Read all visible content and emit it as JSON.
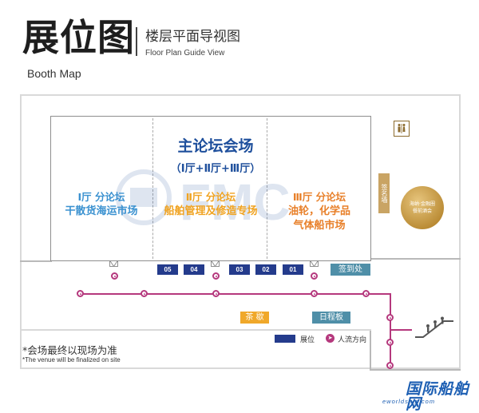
{
  "header": {
    "title_cn": "展位图",
    "subtitle_cn": "楼层平面导视图",
    "subtitle_en": "Floor Plan Guide View",
    "title_en": "Booth Map"
  },
  "main_hall": {
    "title": "主论坛会场",
    "subtitle": "（Ⅰ厅+Ⅱ厅+Ⅲ厅）"
  },
  "halls": [
    {
      "line1": "Ⅰ厅 分论坛",
      "line2": "干散货海运市场",
      "color": "#3a91d0"
    },
    {
      "line1": "Ⅱ厅 分论坛",
      "line2": "船舶管理及修造专场",
      "color": "#f0a321"
    },
    {
      "line1": "Ⅲ厅 分论坛",
      "line2": "油轮，化学品",
      "line3": "气体船市场",
      "color": "#e8802a"
    }
  ],
  "right": {
    "registration": "签名墙",
    "circle_line1": "海纳·金融圈",
    "circle_line2": "餐前酒会"
  },
  "booths": [
    "05",
    "04",
    "03",
    "02",
    "01"
  ],
  "labels": {
    "signin": "签到处",
    "tea": "茶 歇",
    "schedule": "日程板"
  },
  "legend": {
    "booth": "展位",
    "flow": "人流方向"
  },
  "notes": {
    "cn": "*会场最终以现场为准",
    "en": "*The venue will be finalized on site"
  },
  "logo": {
    "cn": "国际船舶网",
    "url": "eworldship.com"
  },
  "colors": {
    "booth": "#243b8c",
    "flow": "#b5387d",
    "teal": "#4f8fa8",
    "orange": "#f0a82a",
    "gold": "#c9a464",
    "main_title": "#1e4f9c"
  }
}
